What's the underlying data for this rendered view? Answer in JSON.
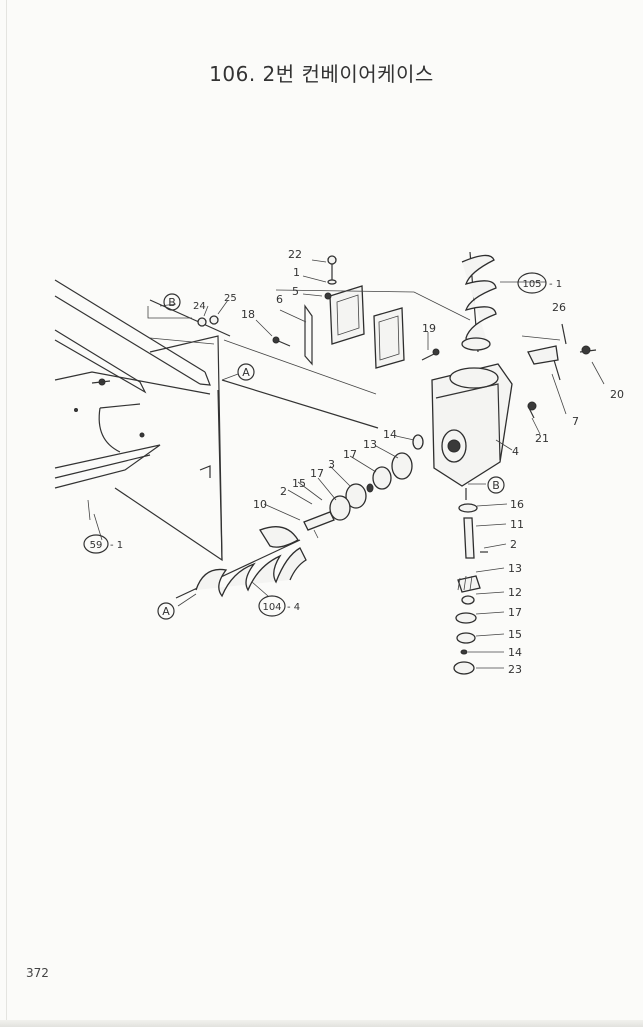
{
  "title": "106. 2번 컨베이어케이스",
  "page_number": "372",
  "part_labels": [
    "22",
    "1",
    "5",
    "6",
    "18",
    "24",
    "25",
    "19",
    "26",
    "20",
    "7",
    "21",
    "4",
    "14",
    "13",
    "17",
    "3",
    "15",
    "2",
    "10",
    "16",
    "11",
    "2",
    "13",
    "12",
    "17",
    "15",
    "14",
    "23"
  ],
  "circled_labels": {
    "ref_105_1": "105",
    "ref_104_4": "104",
    "ref_59_1": "59",
    "ref_b_top": "B",
    "ref_b_right": "B",
    "ref_a_top": "A",
    "ref_a_bottom": "A"
  },
  "label_suffixes": {
    "ref_105_1": "- 1",
    "ref_104_4": "- 4",
    "ref_59_1": "- 1"
  }
}
